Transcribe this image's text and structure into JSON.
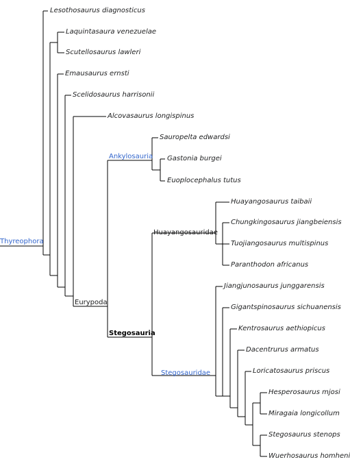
{
  "cladogram": {
    "root": "Thyreophora",
    "clades": {
      "eurypoda": "Eurypoda",
      "ankylosauria": "Ankylosauria",
      "stegosauria": "Stegosauria",
      "huayangosauridae": "Huayangosauridae",
      "stegosauridae": "Stegosauridae"
    },
    "taxa": [
      "Lesothosaurus diagnosticus",
      "Laquintasaura venezuelae",
      "Scutellosaurus lawleri",
      "Emausaurus ernsti",
      "Scelidosaurus harrisonii",
      "Alcovasaurus longispinus",
      "Sauropelta edwardsi",
      "Gastonia burgei",
      "Euoplocephalus tutus",
      "Huayangosaurus taibaii",
      "Chungkingosaurus jiangbeiensis",
      "Tuojiangosaurus multispinus",
      "Paranthodon africanus",
      "Jiangjunosaurus junggarensis",
      "Gigantspinosaurus sichuanensis",
      "Kentrosaurus aethiopicus",
      "Dacentrurus armatus",
      "Loricatosaurus priscus",
      "Hesperosaurus mjosi",
      "Miragaia longicollum",
      "Stegosaurus stenops",
      "Wuerhosaurus homheni"
    ],
    "colors": {
      "link": "#3366cc",
      "line": "#000000",
      "text": "#202122"
    }
  }
}
